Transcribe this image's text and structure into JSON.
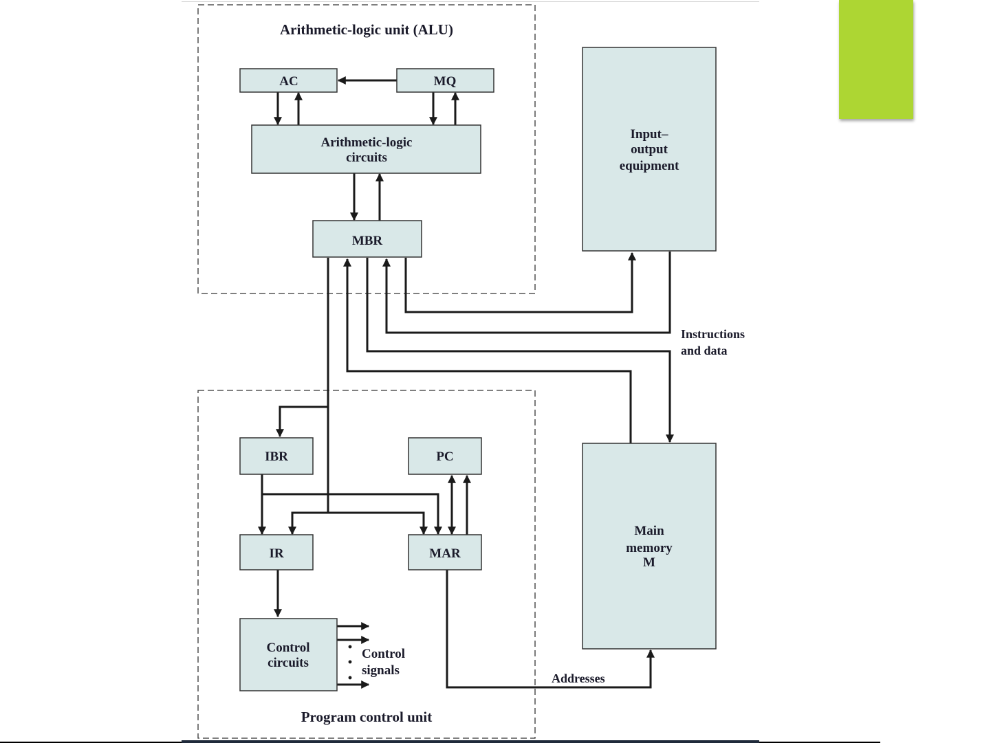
{
  "diagram": {
    "title": "IAS computer structure",
    "regions": {
      "alu": "Arithmetic-logic unit (ALU)",
      "pcu": "Program control unit"
    },
    "boxes": {
      "ac": [
        "AC"
      ],
      "mq": [
        "MQ"
      ],
      "alc": [
        "Arithmetic-logic",
        "circuits"
      ],
      "mbr": [
        "MBR"
      ],
      "io": [
        "Input–",
        "output",
        "equipment"
      ],
      "ibr": [
        "IBR"
      ],
      "pc": [
        "PC"
      ],
      "ir": [
        "IR"
      ],
      "mar": [
        "MAR"
      ],
      "cc": [
        "Control",
        "circuits"
      ],
      "mem": [
        "Main",
        "memory",
        "M"
      ]
    },
    "annotations": {
      "instructions": [
        "Instructions",
        "and data"
      ],
      "control_signals": [
        "Control",
        "signals"
      ],
      "addresses": "Addresses"
    },
    "colors": {
      "box_fill": "#d9e8e8",
      "accent_green": "#add633",
      "line": "#1a1a1a"
    }
  }
}
